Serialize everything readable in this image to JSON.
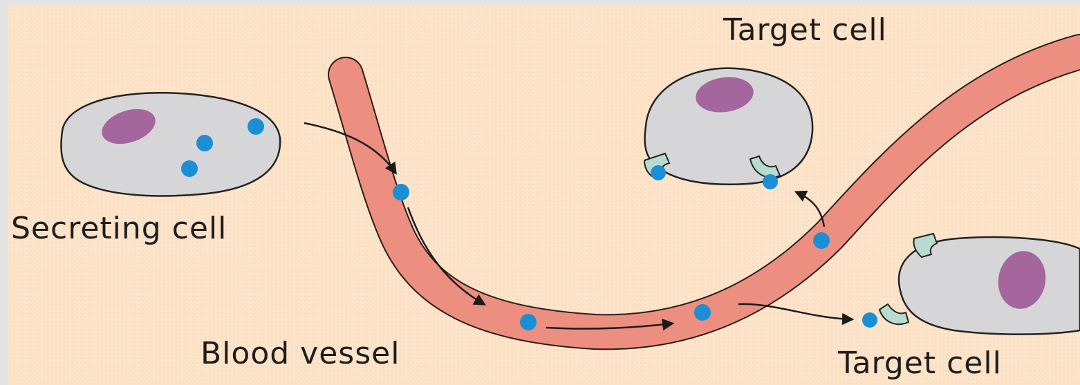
{
  "labels": {
    "secreting_cell": "Secreting cell",
    "blood_vessel": "Blood vessel",
    "target_cell_top": "Target cell",
    "target_cell_bottom": "Target cell"
  },
  "colors": {
    "background_frame": "#e3e3e3",
    "panel": "#fde3c8",
    "vessel_fill": "#ec8f80",
    "vessel_outline": "#2b1b18",
    "cell_fill": "#d6d6d8",
    "nucleus": "#a4669d",
    "hormone": "#1a8fd6",
    "receptor": "#b7dccf",
    "arrow": "#1b1b1b"
  },
  "icons": {
    "hormone_molecule": "dot",
    "receptor": "cup-receptor",
    "flow_arrow": "arrow"
  }
}
